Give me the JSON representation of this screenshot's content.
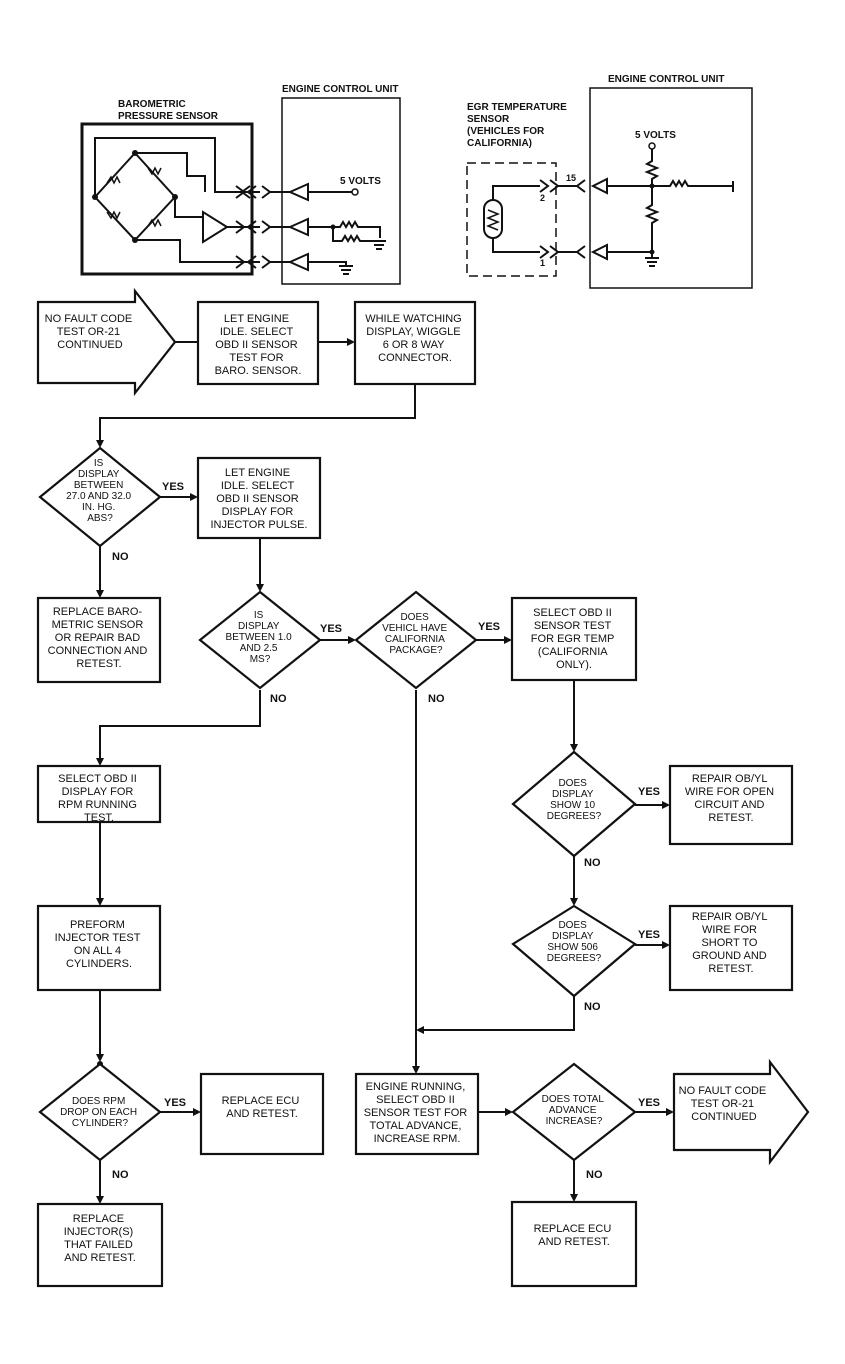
{
  "schematic_left": {
    "sensor_label": [
      "BAROMETRIC",
      "PRESSURE SENSOR"
    ],
    "ecu_label": "ENGINE CONTROL UNIT",
    "volts_label": "5 VOLTS"
  },
  "schematic_right": {
    "sensor_label": [
      "EGR TEMPERATURE",
      "SENSOR",
      "(VEHICLES FOR",
      "CALIFORNIA)"
    ],
    "ecu_label": "ENGINE CONTROL UNIT",
    "volts_label": "5 VOLTS",
    "pin_15": "15",
    "pin_2": "2",
    "pin_1": "1"
  },
  "flow": {
    "start": [
      "NO FAULT CODE",
      "TEST OR-21",
      "CONTINUED"
    ],
    "idle_baro": [
      "LET ENGINE",
      "IDLE. SELECT",
      "OBD II SENSOR",
      "TEST FOR",
      "BARO. SENSOR."
    ],
    "wiggle": [
      "WHILE WATCHING",
      "DISPLAY, WIGGLE",
      "6 OR 8 WAY",
      "CONNECTOR."
    ],
    "q_baro": [
      "IS",
      "DISPLAY",
      "BETWEEN",
      "27.0 AND 32.0",
      "IN. HG.",
      "ABS?"
    ],
    "replace_baro": [
      "REPLACE BARO-",
      "METRIC SENSOR",
      "OR REPAIR BAD",
      "CONNECTION AND",
      "RETEST."
    ],
    "idle_inj": [
      "LET ENGINE",
      "IDLE. SELECT",
      "OBD II SENSOR",
      "DISPLAY FOR",
      "INJECTOR PULSE."
    ],
    "q_pulse": [
      "IS",
      "DISPLAY",
      "BETWEEN 1.0",
      "AND 2.5",
      "MS?"
    ],
    "q_calif": [
      "DOES",
      "VEHICL HAVE",
      "CALIFORNIA",
      "PACKAGE?"
    ],
    "egr_test": [
      "SELECT OBD II",
      "SENSOR TEST",
      "FOR EGR TEMP",
      "(CALIFORNIA",
      "ONLY)."
    ],
    "rpm_test": [
      "SELECT OBD II",
      "DISPLAY FOR",
      "RPM RUNNING",
      "TEST."
    ],
    "q_show10": [
      "DOES",
      "DISPLAY",
      "SHOW 10",
      "DEGREES?"
    ],
    "repair_open": [
      "REPAIR OB/YL",
      "WIRE FOR OPEN",
      "CIRCUIT AND",
      "RETEST."
    ],
    "perform_inj": [
      "PREFORM",
      "INJECTOR TEST",
      "ON ALL 4",
      "CYLINDERS."
    ],
    "q_show506": [
      "DOES",
      "DISPLAY",
      "SHOW 506",
      "DEGREES?"
    ],
    "repair_short": [
      "REPAIR OB/YL",
      "WIRE FOR",
      "SHORT TO",
      "GROUND AND",
      "RETEST."
    ],
    "q_rpm_drop": [
      "DOES RPM",
      "DROP ON EACH",
      "CYLINDER?"
    ],
    "replace_ecu1": [
      "REPLACE ECU",
      "AND RETEST."
    ],
    "engine_running": [
      "ENGINE RUNNING,",
      "SELECT OBD II",
      "SENSOR TEST FOR",
      "TOTAL ADVANCE,",
      "INCREASE RPM."
    ],
    "q_advance": [
      "DOES TOTAL",
      "ADVANCE",
      "INCREASE?"
    ],
    "end": [
      "NO FAULT CODE",
      "TEST OR-21",
      "CONTINUED"
    ],
    "replace_inj": [
      "REPLACE",
      "INJECTOR(S)",
      "THAT FAILED",
      "AND RETEST."
    ],
    "replace_ecu2": [
      "REPLACE ECU",
      "AND RETEST."
    ]
  },
  "labels": {
    "yes": "YES",
    "no": "NO"
  }
}
